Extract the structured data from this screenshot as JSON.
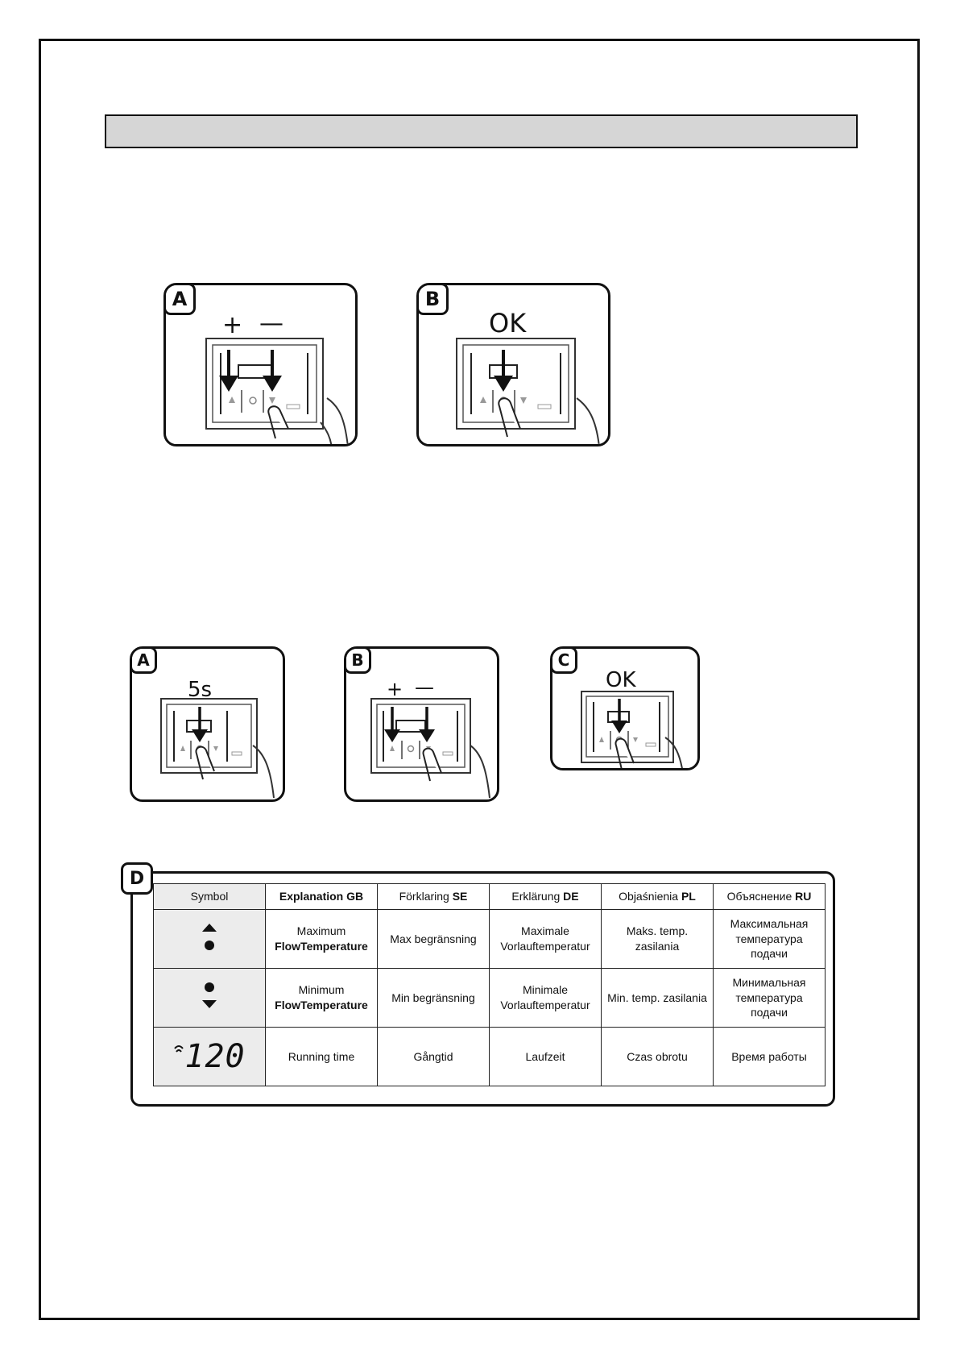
{
  "figure_top": {
    "panel_a": {
      "badge": "A",
      "plus": "+",
      "minus": "—"
    },
    "panel_b": {
      "badge": "B",
      "label": "OK"
    }
  },
  "figure_middle": {
    "panel_a": {
      "badge": "A",
      "label": "5s"
    },
    "panel_b": {
      "badge": "B",
      "plus": "+",
      "minus": "—"
    },
    "panel_c": {
      "badge": "C",
      "label": "OK"
    }
  },
  "table": {
    "badge": "D",
    "headers": [
      {
        "text": "Symbol",
        "bold": ""
      },
      {
        "text": "Explanation",
        "bold": "GB"
      },
      {
        "text": "Förklaring",
        "bold": "SE"
      },
      {
        "text": "Erklärung",
        "bold": "DE"
      },
      {
        "text": "Objaśnienia",
        "bold": "PL"
      },
      {
        "text": "Объяснение",
        "bold": "RU"
      }
    ],
    "rows": [
      {
        "symbol": "max-flow-temperature-icon",
        "gb": "Maximum",
        "gb_strong": "FlowTemperature",
        "se": "Max begränsning",
        "de": "Maximale Vorlauftemperatur",
        "pl": "Maks. temp. zasilania",
        "ru": "Максимальная температура подачи"
      },
      {
        "symbol": "min-flow-temperature-icon",
        "gb": "Minimum",
        "gb_strong": "FlowTemperature",
        "se": "Min begränsning",
        "de": "Minimale Vorlauftemperatur",
        "pl": "Min. temp. zasilania",
        "ru": "Минимальная температура подачи"
      },
      {
        "symbol": "running-time-display-icon",
        "symbol_text": "120",
        "gb": "Running time",
        "gb_strong": "",
        "se": "Gångtid",
        "de": "Laufzeit",
        "pl": "Czas obrotu",
        "ru": "Время работы"
      }
    ]
  }
}
